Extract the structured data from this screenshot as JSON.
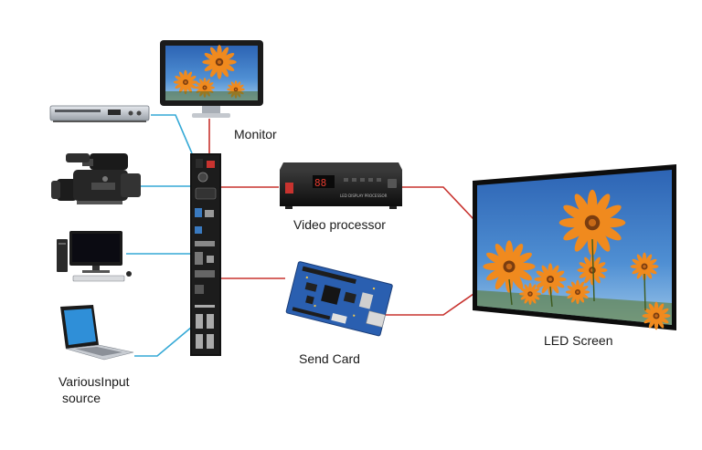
{
  "labels": {
    "monitor": "Monitor",
    "video_processor": "Video processor",
    "send_card": "Send Card",
    "led_screen": "LED Screen",
    "input_source_line1": "VariousInput",
    "input_source_line2": "source"
  },
  "device_text": {
    "processor_display": "88",
    "processor_caption": "LED DISPLAY PROCESSOR"
  },
  "colors": {
    "red_link": "#c8332f",
    "blue_link": "#35a9d6",
    "device_black": "#161616",
    "sky_blue": "#3f7ec8",
    "flower_orange": "#f08a1e"
  },
  "icons": [
    "dvd-player-icon",
    "video-camera-icon",
    "desktop-pc-icon",
    "laptop-icon",
    "monitor-icon",
    "video-processor-icon",
    "send-card-icon",
    "led-screen-icon",
    "switcher-unit-icon"
  ]
}
